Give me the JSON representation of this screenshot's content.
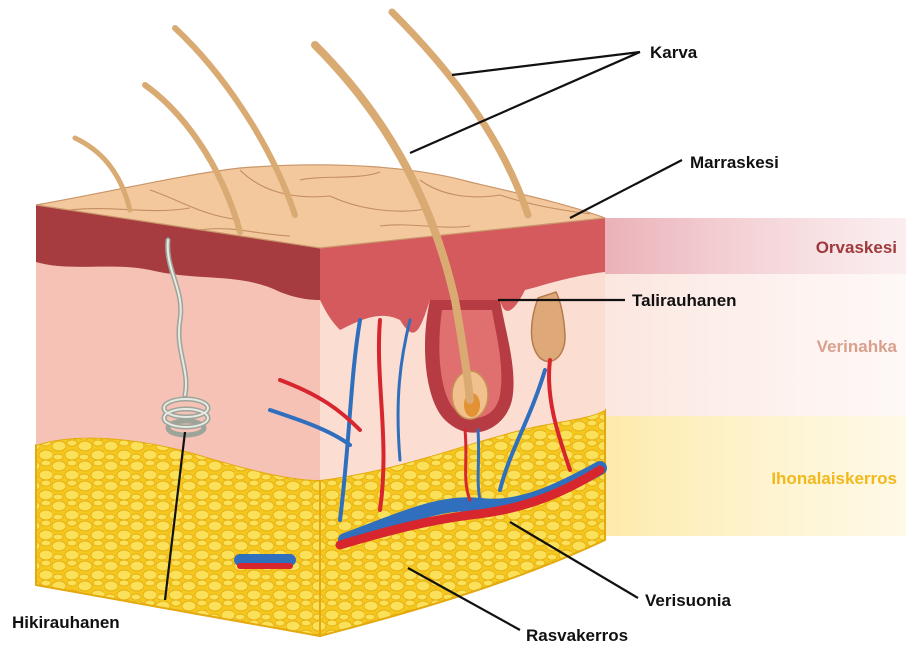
{
  "labels": {
    "karva": "Karva",
    "marraskesi": "Marraskesi",
    "talirauhanen": "Talirauhanen",
    "hikirauhanen": "Hikirauhanen",
    "verisuonia": "Verisuonia",
    "rasvakerros": "Rasvakerros"
  },
  "layers": {
    "orvaskesi": {
      "label": "Orvaskesi",
      "color": "#9e3a3c"
    },
    "verinahka": {
      "label": "Verinahka",
      "color": "#d9a08e"
    },
    "ihonalaiskerros": {
      "label": "Ihonalaiskerros",
      "color": "#f2b81c"
    }
  },
  "colors": {
    "skin_surface": "#f1c79b",
    "epidermis": "#c75a5b",
    "dermis_front": "#f6c2b6",
    "dermis_side": "#fbdcd0",
    "fat": "#f7d12e",
    "artery": "#d8262f",
    "vein": "#2f6fbd",
    "hair": "#d9ab73"
  }
}
